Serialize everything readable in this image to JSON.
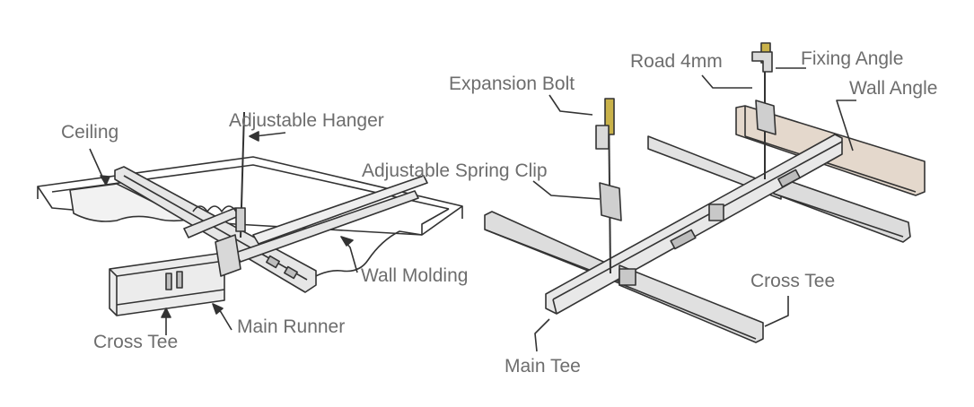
{
  "labels": {
    "ceiling": "Ceiling",
    "adjustable_hanger": "Adjustable Hanger",
    "wall_molding": "Wall Molding",
    "main_runner": "Main Runner",
    "cross_tee_left": "Cross Tee",
    "expansion_bolt": "Expansion Bolt",
    "road_4mm": "Road 4mm",
    "fixing_angle": "Fixing Angle",
    "wall_angle": "Wall Angle",
    "adjustable_spring_clip": "Adjustable Spring Clip",
    "cross_tee_right": "Cross Tee",
    "main_tee": "Main Tee"
  },
  "colors": {
    "label_text": "#6d6d6d",
    "line": "#333333",
    "metal_light": "#e6e6e6",
    "metal_mid": "#bdbdbd",
    "metal_dark": "#8a8a8a",
    "wall_angle": "#c8b8a8",
    "bolt": "#c9b24a"
  }
}
